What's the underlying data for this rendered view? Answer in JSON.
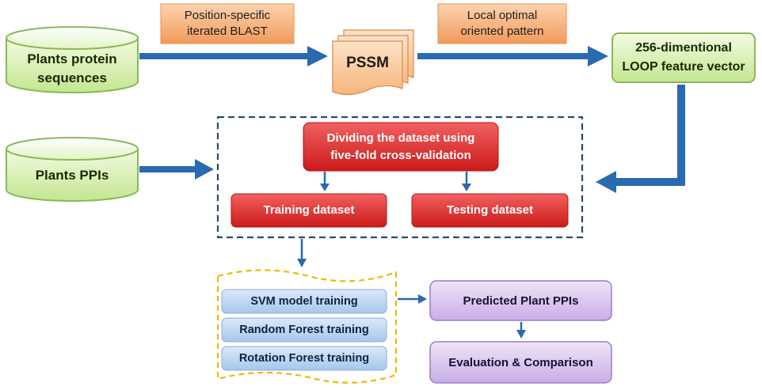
{
  "inputs": {
    "protein_sequences": "Plants protein\nsequences",
    "ppis": "Plants PPIs"
  },
  "methods": {
    "blast": "Position-specific\niterated BLAST",
    "lop": "Local optimal\noriented pattern"
  },
  "pssm": "PSSM",
  "feature_vector": "256-dimentional\nLOOP feature vector",
  "dataset": {
    "dividing": "Dividing the dataset using\nfive-fold cross-validation",
    "training": "Training dataset",
    "testing": "Testing dataset"
  },
  "models": {
    "svm": "SVM model training",
    "random_forest": "Random Forest training",
    "rotation_forest": "Rotation Forest training"
  },
  "outputs": {
    "predicted": "Predicted Plant PPIs",
    "evaluation": "Evaluation & Comparison"
  },
  "colors": {
    "arrow": "#2a6ab0",
    "green_fill": "#d8f0b0",
    "green_stroke": "#8ab85a",
    "orange_fill": "#f6b07a",
    "red_fill": "#e23030",
    "blue_fill": "#bcd6f0",
    "purple_fill": "#dcc8ee",
    "dashed_frame": "#2a4a70",
    "dashed_yellow": "#f0b800"
  }
}
